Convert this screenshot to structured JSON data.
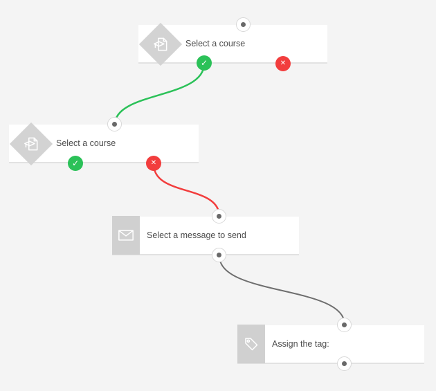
{
  "canvas": {
    "background_color": "#f4f4f4"
  },
  "colors": {
    "success_green": "#2bc158",
    "error_red": "#f23d3d",
    "wire_gray": "#6e6e6e",
    "icon_gray": "#d3d3d3"
  },
  "icons": {
    "check_glyph": "✓",
    "x_glyph": "✕"
  },
  "nodes": [
    {
      "id": "course-1",
      "label": "Select a course",
      "icon": "graduation-course-icon",
      "shape": "diamond",
      "badges": [
        "success",
        "error"
      ]
    },
    {
      "id": "course-2",
      "label": "Select a course",
      "icon": "graduation-course-icon",
      "shape": "diamond",
      "badges": [
        "success",
        "error"
      ]
    },
    {
      "id": "message",
      "label": "Select a message to send",
      "icon": "envelope-icon",
      "shape": "square",
      "badges": []
    },
    {
      "id": "tag",
      "label": "Assign the tag:",
      "icon": "tag-icon",
      "shape": "square",
      "badges": []
    }
  ],
  "connections": [
    {
      "from": "course-1.success",
      "to": "course-2.input",
      "color_key": "success_green"
    },
    {
      "from": "course-2.error",
      "to": "message.input",
      "color_key": "error_red"
    },
    {
      "from": "message.output",
      "to": "tag.input",
      "color_key": "wire_gray"
    }
  ]
}
